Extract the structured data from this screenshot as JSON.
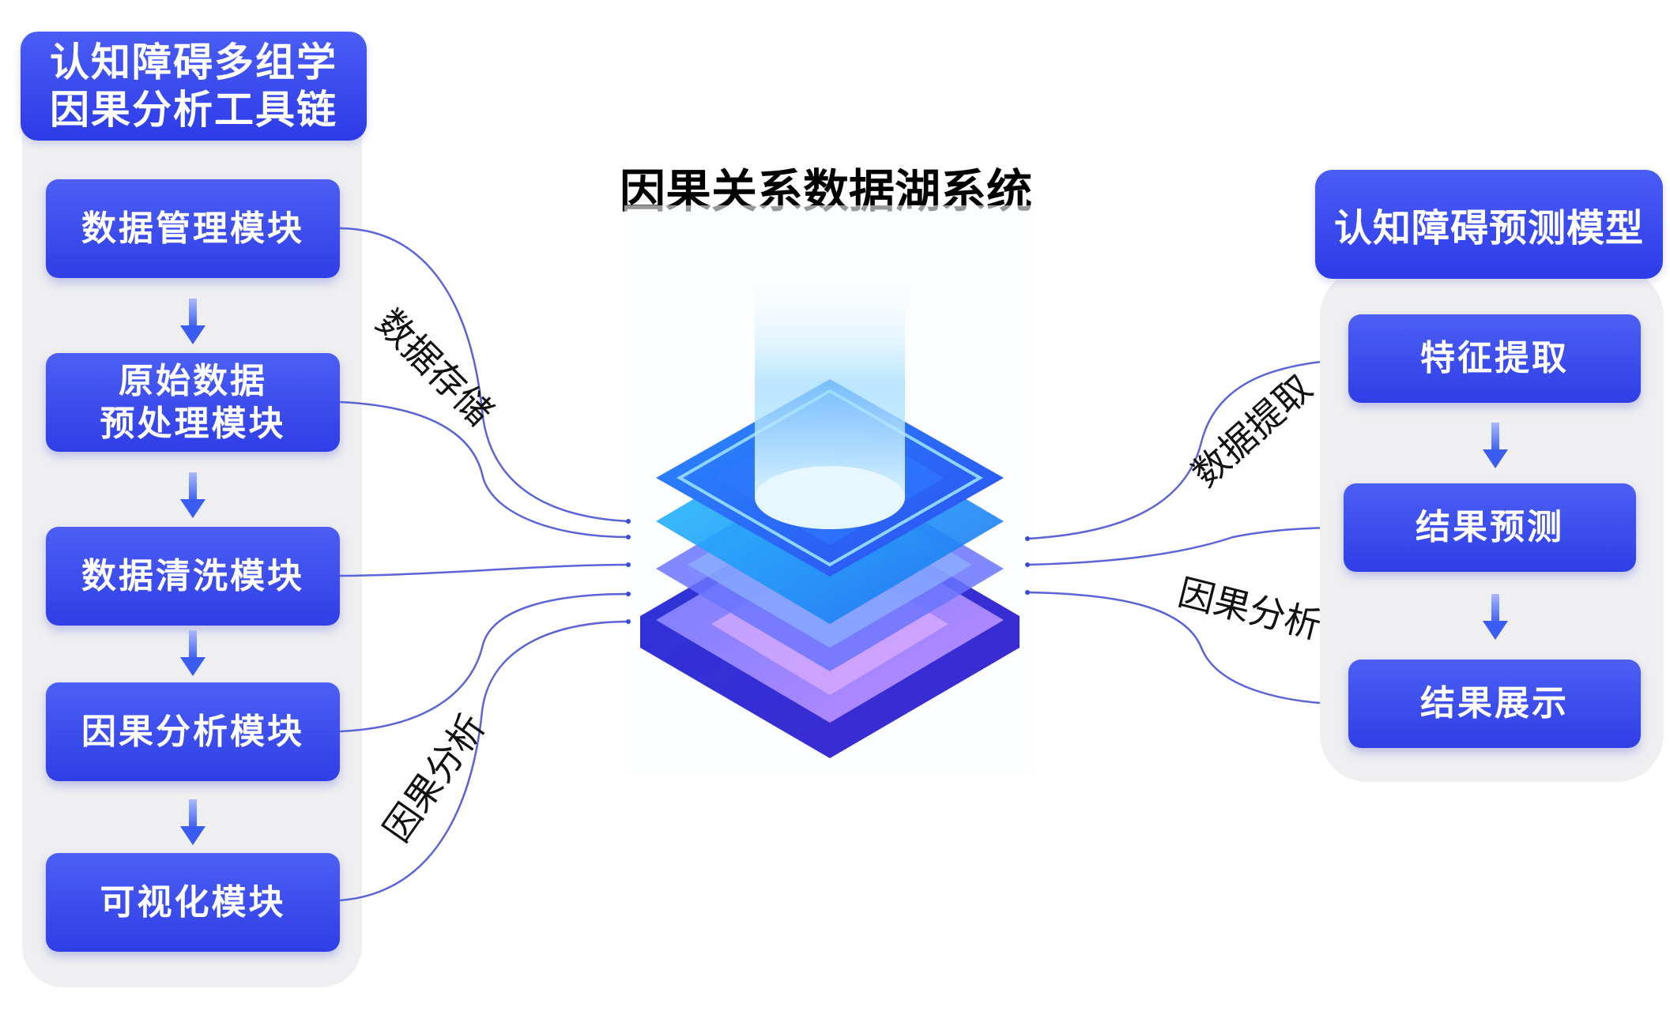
{
  "left_panel": {
    "title": "认知障碍多组学\n因果分析工具链",
    "modules": [
      "数据管理模块",
      "原始数据\n预处理模块",
      "数据清洗模块",
      "因果分析模块",
      "可视化模块"
    ]
  },
  "center": {
    "title": "因果关系数据湖系统"
  },
  "right_panel": {
    "title": "认知障碍预测模型",
    "steps": [
      "特征提取",
      "结果预测",
      "结果展示"
    ]
  },
  "edge_labels": {
    "store": "数据存储",
    "analysis_left": "因果分析",
    "extract": "数据提取",
    "analysis_right": "因果分析"
  },
  "colors": {
    "box_blue": "#3545ec",
    "line_blue": "#5a64d8",
    "panel_gray": "#efeff1"
  }
}
